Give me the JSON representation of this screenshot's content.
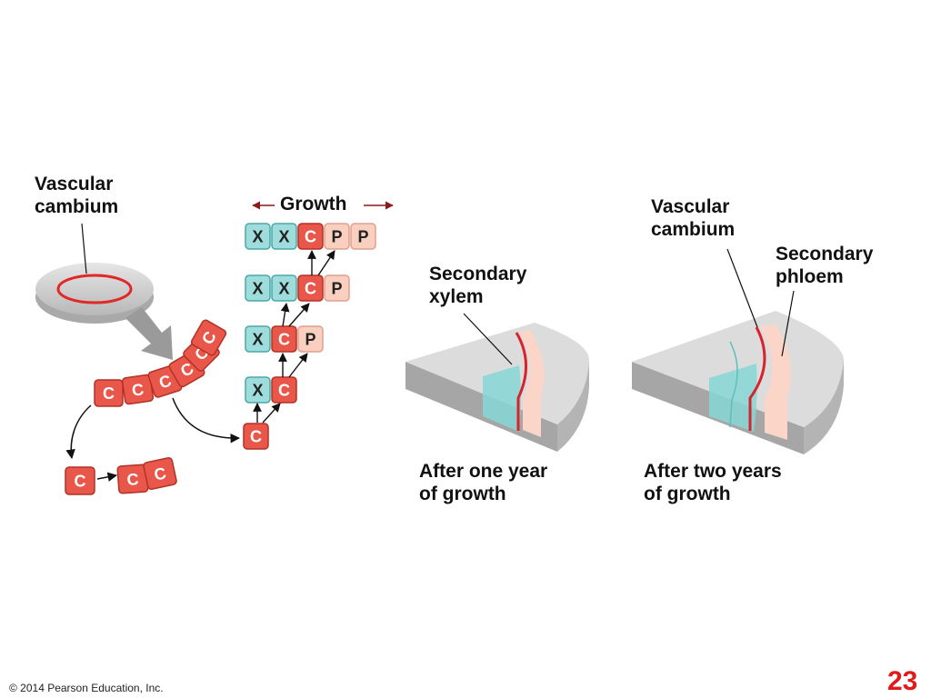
{
  "labels": {
    "vascular_cambium_left": "Vascular\ncambium",
    "growth": "Growth",
    "secondary_xylem": "Secondary\nxylem",
    "vascular_cambium_right": "Vascular\ncambium",
    "secondary_phloem": "Secondary\nphloem",
    "after_one_year": "After one year\nof growth",
    "after_two_years": "After two years\nof growth"
  },
  "cell_letters": {
    "xylem": "X",
    "cambium": "C",
    "phloem": "P"
  },
  "division_rows": [
    [
      "X",
      "X",
      "C",
      "P",
      "P"
    ],
    [
      "X",
      "X",
      "C",
      "P"
    ],
    [
      "X",
      "C",
      "P"
    ],
    [
      "X",
      "C"
    ],
    [
      "C"
    ]
  ],
  "cambium_strip": [
    "C",
    "C",
    "C",
    "C",
    "C",
    "C"
  ],
  "split_cells": [
    "C",
    "C",
    "C"
  ],
  "colors": {
    "xylem": "#9fdcdc",
    "cambium": "#e8574a",
    "phloem": "#f9d0c0",
    "cambium_ring": "#e02828",
    "growth_arrow": "#8b1a1a",
    "page_number": "#e31a1a"
  },
  "footer": {
    "copyright": "© 2014 Pearson Education, Inc.",
    "page_number": "23"
  }
}
